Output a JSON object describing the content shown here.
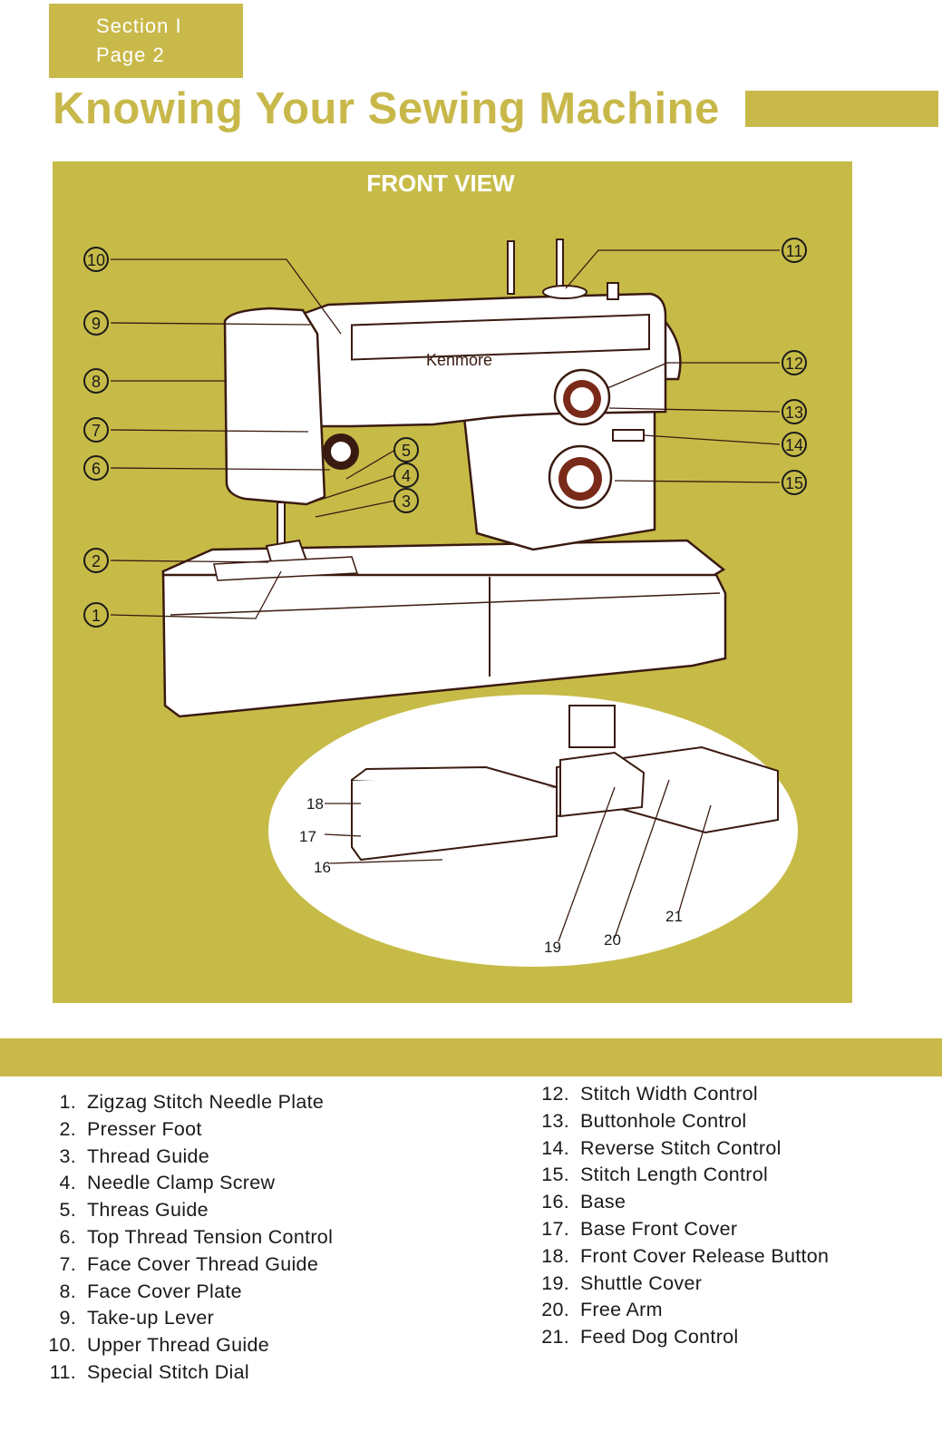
{
  "header": {
    "section_label": "Section I",
    "page_label": "Page 2",
    "title": "Knowing Your Sewing Machine"
  },
  "figure": {
    "view_label": "FRONT VIEW",
    "brand_label": "Kenmore",
    "callouts_main": [
      "1",
      "2",
      "3",
      "4",
      "5",
      "6",
      "7",
      "8",
      "9",
      "10",
      "11",
      "12",
      "13",
      "14",
      "15"
    ],
    "callouts_inset": [
      "16",
      "17",
      "18",
      "19",
      "20",
      "21"
    ]
  },
  "parts_list": {
    "left": [
      {
        "num": "1.",
        "label": "Zigzag Stitch Needle Plate"
      },
      {
        "num": "2.",
        "label": "Presser Foot"
      },
      {
        "num": "3.",
        "label": "Thread Guide"
      },
      {
        "num": "4.",
        "label": "Needle Clamp Screw"
      },
      {
        "num": "5.",
        "label": "Threas Guide"
      },
      {
        "num": "6.",
        "label": "Top Thread Tension Control"
      },
      {
        "num": "7.",
        "label": "Face Cover Thread Guide"
      },
      {
        "num": "8.",
        "label": "Face Cover Plate"
      },
      {
        "num": "9.",
        "label": "Take-up Lever"
      },
      {
        "num": "10.",
        "label": "Upper Thread Guide"
      },
      {
        "num": "11.",
        "label": "Special Stitch Dial"
      }
    ],
    "right": [
      {
        "num": "12.",
        "label": "Stitch Width Control"
      },
      {
        "num": "13.",
        "label": "Buttonhole Control"
      },
      {
        "num": "14.",
        "label": "Reverse Stitch Control"
      },
      {
        "num": "15.",
        "label": "Stitch Length Control"
      },
      {
        "num": "16.",
        "label": "Base"
      },
      {
        "num": "17.",
        "label": "Base Front Cover"
      },
      {
        "num": "18.",
        "label": "Front Cover Release Button"
      },
      {
        "num": "19.",
        "label": "Shuttle Cover"
      },
      {
        "num": "20.",
        "label": "Free Arm"
      },
      {
        "num": "21.",
        "label": "Feed Dog Control"
      }
    ]
  },
  "colors": {
    "accent": "#c9b94a",
    "panel": "#c7bb48",
    "title_text": "#c8b84a",
    "ink": "#1a1a1a",
    "machine_outline": "#3a1a10"
  }
}
